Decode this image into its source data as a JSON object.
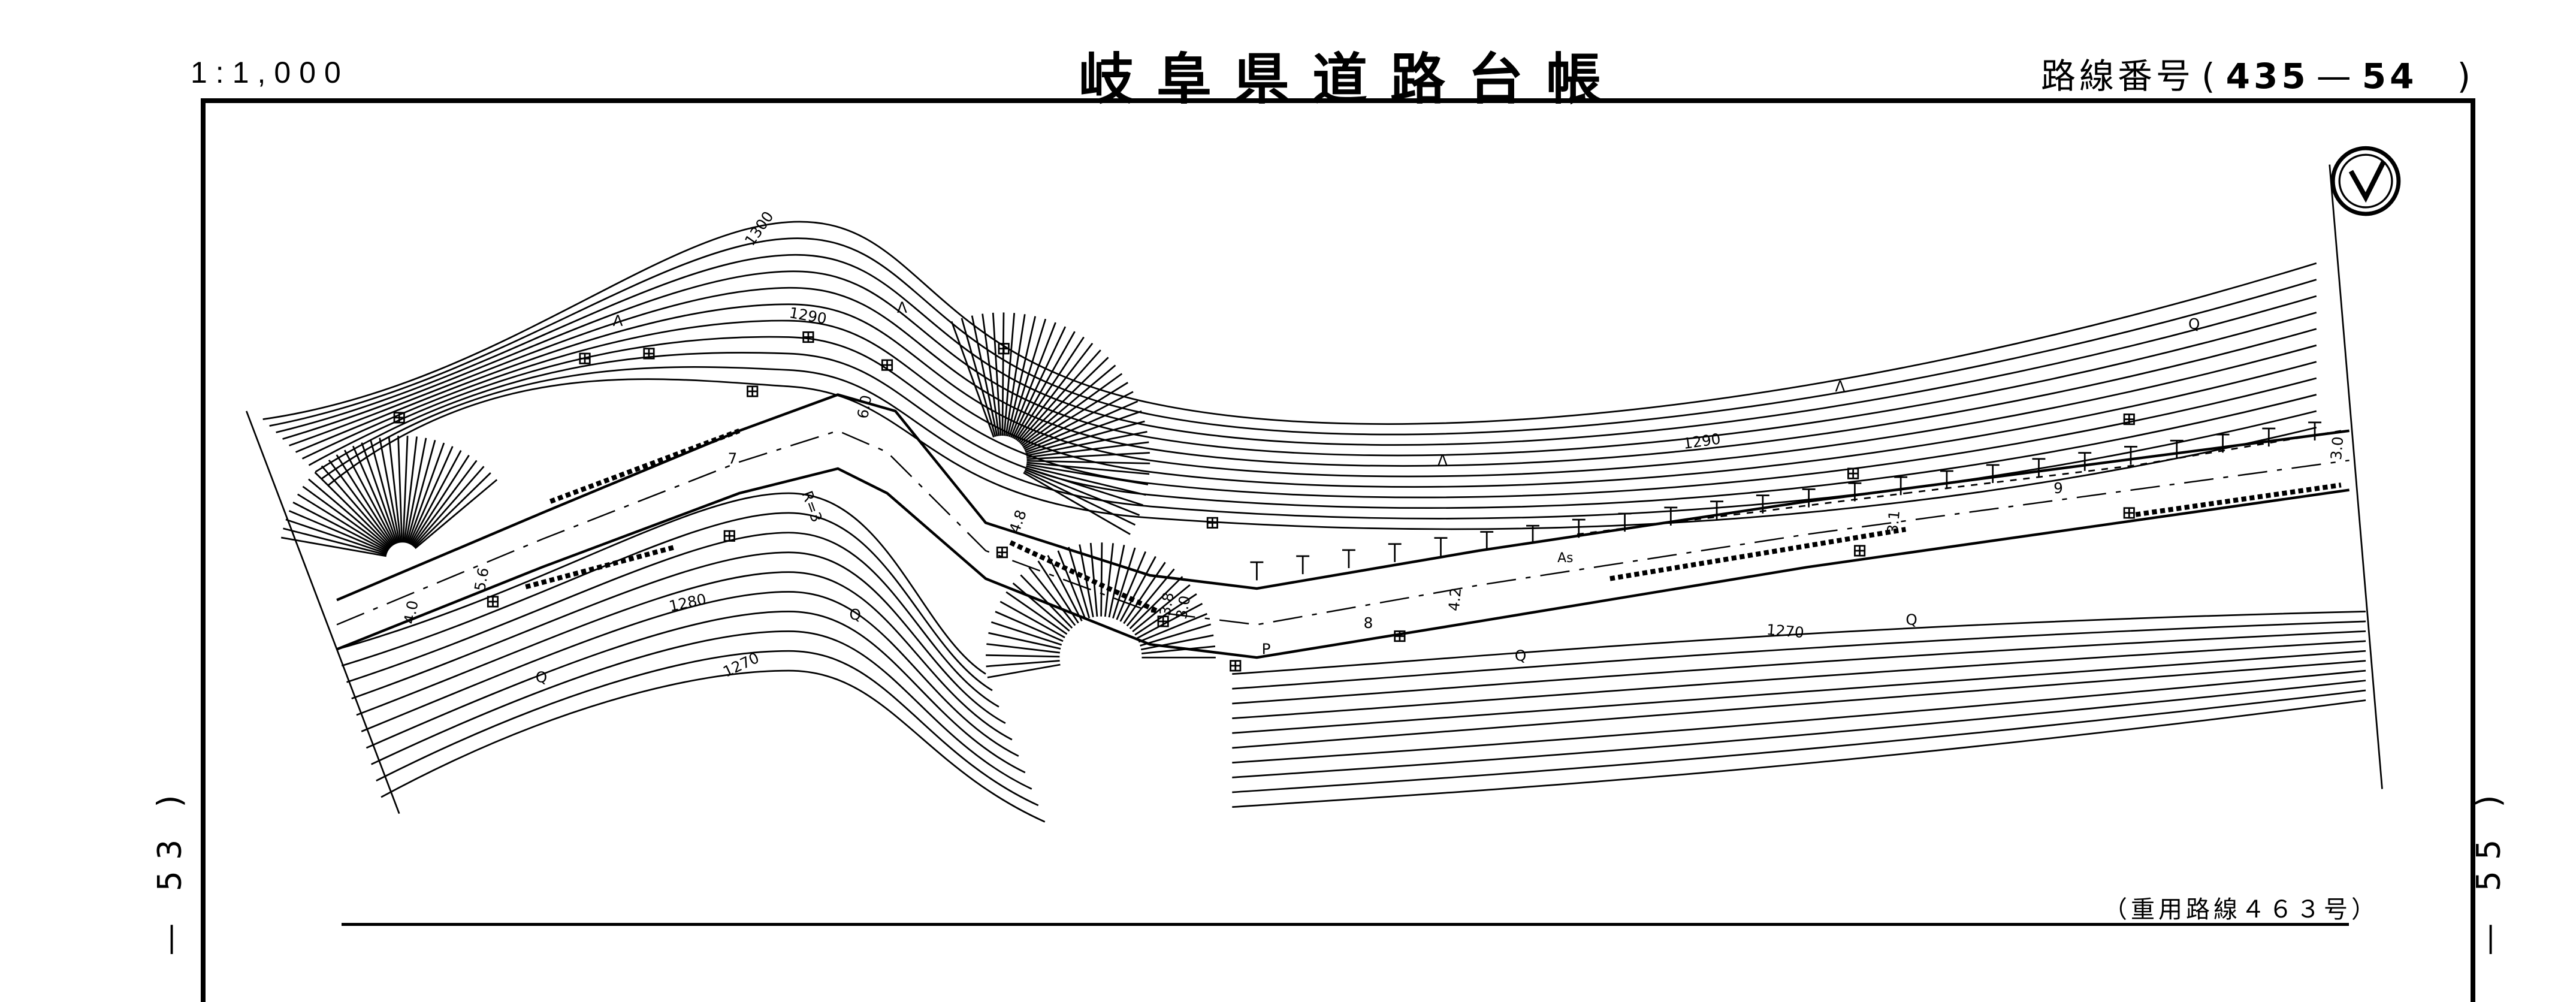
{
  "header": {
    "scale": "1:1,000",
    "title": "岐阜県道路台帳",
    "route_label": "路線番号",
    "route_open": "(",
    "route_main": "435",
    "route_dash": "—",
    "route_sheet": "54",
    "route_close": ")"
  },
  "margins": {
    "prev_sheet": "— 53 )",
    "next_sheet": "— 55 )"
  },
  "footer": {
    "overlap_route": "（重用路線４６３号）"
  },
  "map": {
    "north_symbol": "north-arrow",
    "contour_labels": [
      "1300",
      "1290",
      "1280",
      "1270",
      "1290",
      "1270"
    ],
    "dimension_labels": [
      "4.0",
      "5.6",
      "7",
      "6.0",
      "R=3",
      "4.8",
      "3.8",
      "3.0",
      "4.2",
      "8",
      "3.1",
      "9",
      "3.0"
    ],
    "surface_label": "As",
    "pole_label": "P",
    "symbols": [
      "Λ",
      "Λ",
      "Λ",
      "Λ",
      "Q",
      "Q",
      "Q",
      "Q",
      "Q"
    ]
  }
}
